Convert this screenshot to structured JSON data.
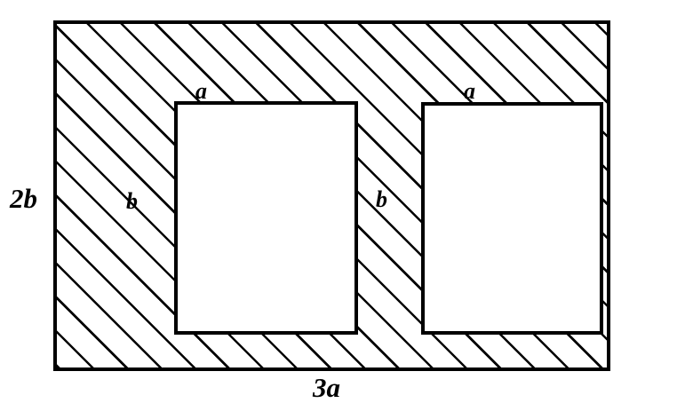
{
  "figure": {
    "type": "geometry-diagram",
    "description": "Rectangular hatched plate with two rectangular cut-out windows",
    "colors": {
      "stroke": "#000000",
      "fill": "#ffffff",
      "hatch": "#000000"
    },
    "outer_rect": {
      "name": "outer-plate",
      "width_label": "3a",
      "height_label": "2b",
      "hatched": true,
      "hatch_angle_deg": 45
    },
    "windows": [
      {
        "name": "left-window",
        "width_label": "a",
        "height_label": "b",
        "hatched": false
      },
      {
        "name": "right-window",
        "width_label": "a",
        "height_label": "b",
        "hatched": false
      }
    ],
    "labels": {
      "overall_height": "2b",
      "overall_width": "3a",
      "window_1_width": "a",
      "window_1_height": "b",
      "window_2_width": "a",
      "window_2_height": "b"
    }
  }
}
